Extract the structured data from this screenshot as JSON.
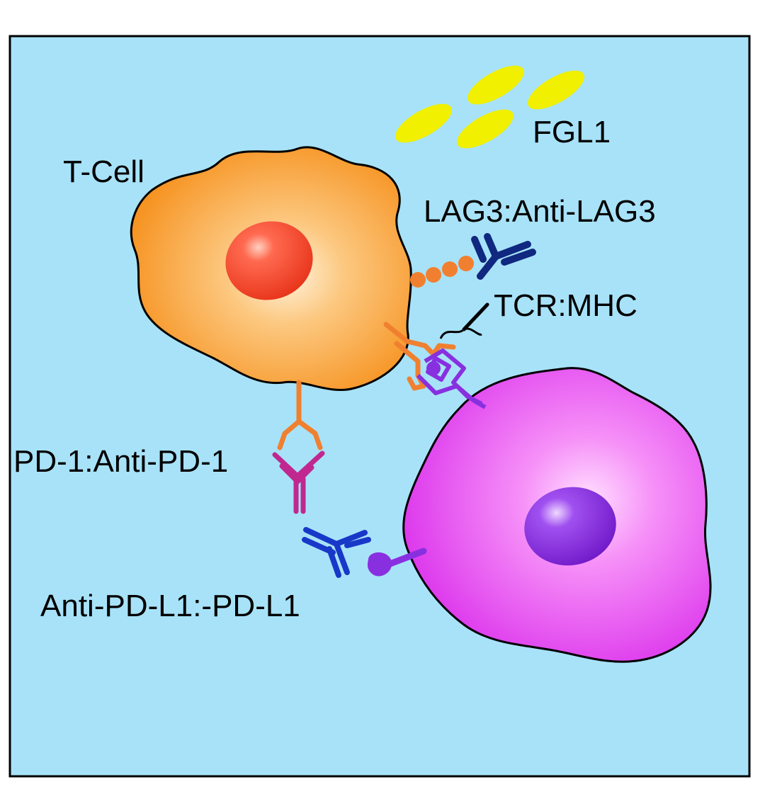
{
  "labels": {
    "fgl1": "FGL1",
    "t_cell": "T-Cell",
    "lag3": "LAG3:Anti-LAG3",
    "tcr_mhc": "TCR:MHC",
    "pd1": "PD-1:Anti-PD-1",
    "pdl1": "Anti-PD-L1:-PD-L1"
  },
  "colors": {
    "background": "#a8e2f8",
    "t_cell": "#f8a040",
    "t_cell_nucleus": "#f04020",
    "target_cell": "#e040f0",
    "target_nucleus": "#8020d0",
    "fgl1": "#f0f000",
    "lag3_antibody": "#102880",
    "pd1_antibody": "#c02890",
    "pdl1_antibody": "#1838c8",
    "mhc": "#8830e0",
    "receptor_orange": "#f08030"
  },
  "icons": {
    "t_cell": "t-cell-icon",
    "target_cell": "tumor-cell-icon",
    "antibody": "antibody-icon"
  }
}
